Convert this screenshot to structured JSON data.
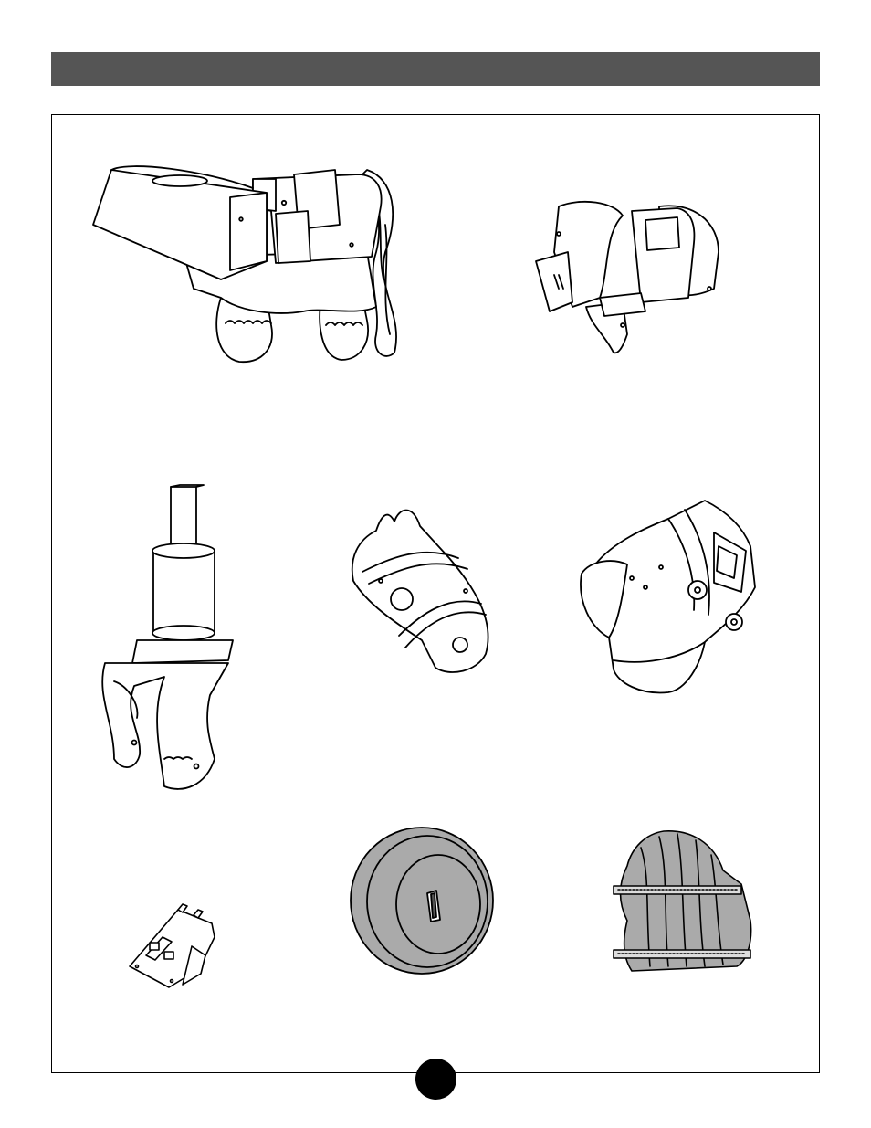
{
  "header": {
    "title": "",
    "bar_color": "#555555"
  },
  "page": {
    "number": ""
  },
  "parts": [
    {
      "name": "pony-body-with-seat"
    },
    {
      "name": "body-side-panels"
    },
    {
      "name": "spring-post-leg-assembly"
    },
    {
      "name": "leg-section"
    },
    {
      "name": "pony-head-assembly"
    },
    {
      "name": "small-bracket"
    },
    {
      "name": "wheel"
    },
    {
      "name": "tail-bundle"
    }
  ]
}
